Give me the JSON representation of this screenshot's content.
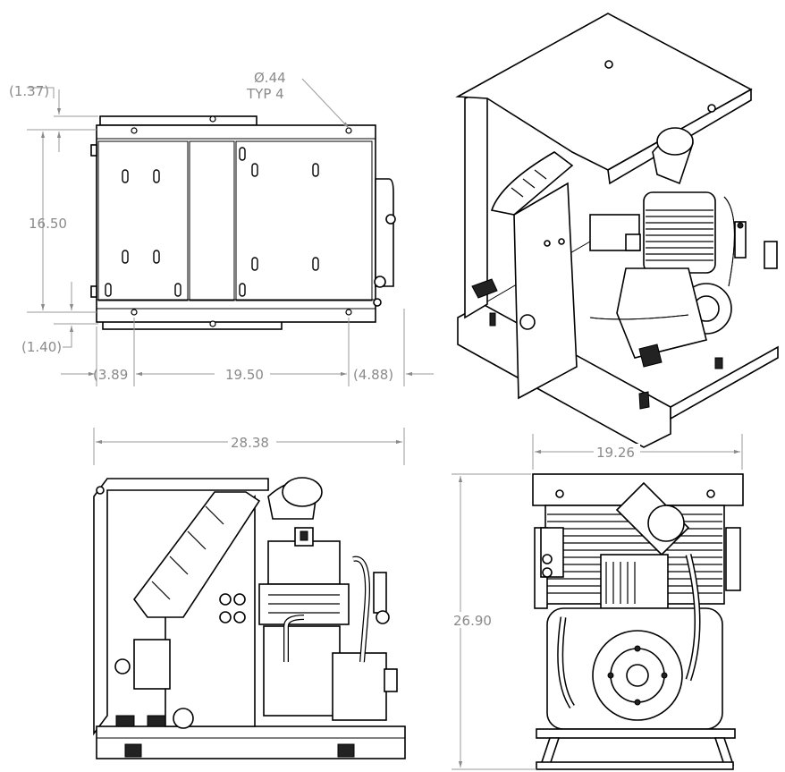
{
  "dimensions": {
    "top_offset": "(1.37)",
    "hole_spec": "Ø.44",
    "hole_count": "TYP 4",
    "depth": "16.50",
    "bottom_offset": "(1.40)",
    "left_offset": "(3.89",
    "hole_spacing": "19.50",
    "right_offset": "(4.88)",
    "overall_length": "28.38",
    "overall_width": "19.26",
    "overall_height": "26.90"
  },
  "colors": {
    "line": "#000000",
    "dimension": "#8a8a8a"
  }
}
